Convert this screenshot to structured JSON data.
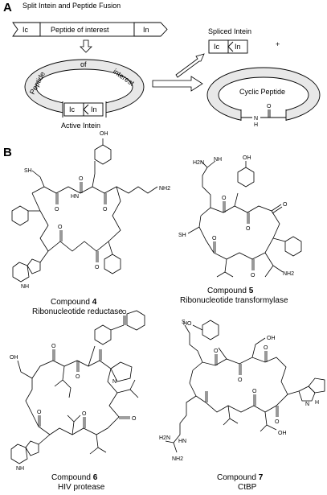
{
  "panel_a": {
    "label": "A",
    "title": "Split Intein and Peptide Fusion",
    "ic": "Ic",
    "in": "In",
    "peptide_of_interest": "Peptide of interest",
    "ring_words": [
      "Peptide",
      "of",
      "interest"
    ],
    "active_intein": "Active Intein",
    "spliced_intein": "Spliced Intein",
    "plus": "+",
    "cyclic_peptide": "Cyclic Peptide",
    "amide_atoms": {
      "n": "N",
      "h": "H",
      "o": "O"
    }
  },
  "panel_b": {
    "label": "B",
    "compounds": [
      {
        "prefix": "Compound ",
        "number": "4",
        "target": "Ribonucleotide reductase"
      },
      {
        "prefix": "Compound ",
        "number": "5",
        "target": "Ribonucleotide transformylase"
      },
      {
        "prefix": "Compound ",
        "number": "6",
        "target": "HIV protease"
      },
      {
        "prefix": "Compound ",
        "number": "7",
        "target": "CtBP"
      }
    ],
    "atoms": {
      "oh": "OH",
      "sh": "SH",
      "nh": "NH",
      "hn": "HN",
      "h": "H",
      "n": "N",
      "o": "O",
      "nh2": "NH2",
      "s": "S",
      "h2n": "H2N",
      "ho": "HO"
    }
  },
  "colors": {
    "stroke": "#000000",
    "ring_fill": "#e8e8e8",
    "background": "#ffffff"
  }
}
